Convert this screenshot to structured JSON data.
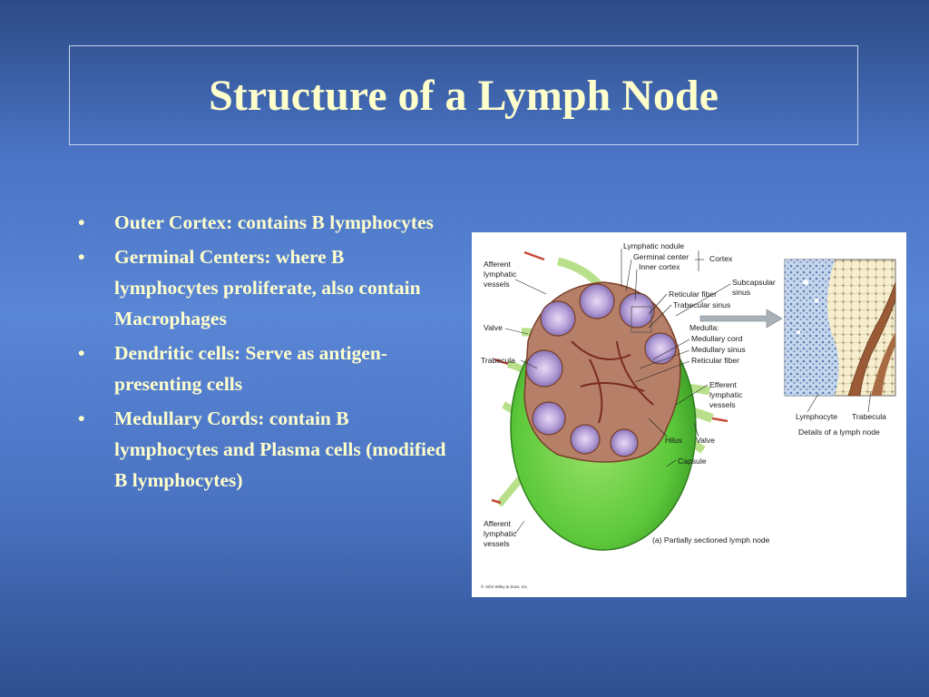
{
  "slide": {
    "title": "Structure of a Lymph Node",
    "bullets": [
      "Outer Cortex: contains B lymphocytes",
      "Germinal Centers: where B lymphocytes  proliferate, also contain Macrophages",
      "Dendritic cells: Serve as antigen-presenting cells",
      "Medullary Cords:  contain B lymphocytes and Plasma cells (modified B lymphocytes)"
    ]
  },
  "figure": {
    "labels": {
      "afferent_top": [
        "Afferent",
        "lymphatic",
        "vessels"
      ],
      "valve_left": "Valve",
      "trabecula_left": "Trabecula",
      "afferent_bottom": [
        "Afferent",
        "lymphatic",
        "vessels"
      ],
      "lymphatic_nodule": "Lymphatic nodule",
      "germinal_center": "Germinal center",
      "inner_cortex": "Inner cortex",
      "cortex": "Cortex",
      "subcapsular_sinus": [
        "Subcapsular",
        "sinus"
      ],
      "reticular_fiber_top": "Reticular fiber",
      "trabecular_sinus": "Trabecular sinus",
      "medulla": "Medulla:",
      "medullary_cord": "Medullary cord",
      "medullary_sinus": "Medullary sinus",
      "reticular_fiber_bottom": "Reticular fiber",
      "efferent": [
        "Efferent",
        "lymphatic",
        "vessels"
      ],
      "hilus": "Hilus",
      "valve_right": "Valve",
      "capsule": "Capsule",
      "lymphocyte": "Lymphocyte",
      "trabecula_detail": "Trabecula",
      "detail_caption": "Details of a lymph node",
      "caption": "(a) Partially sectioned lymph node",
      "copyright": "© John Wiley & Sons, Inc."
    }
  }
}
